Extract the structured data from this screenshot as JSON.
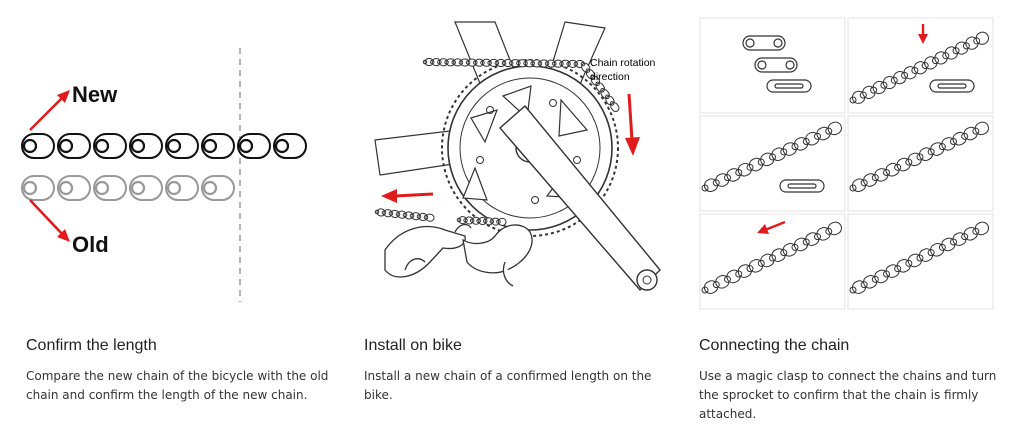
{
  "panels": [
    {
      "title": "Confirm the length",
      "text": "Compare the new chain of the bicycle with the old chain and confirm the length of the new chain.",
      "labels": {
        "new": "New",
        "old": "Old"
      }
    },
    {
      "title": "Install on bike",
      "text": "Install a new chain of a confirmed length on the bike.",
      "labels": {
        "rotation_line1": "Chain rotation",
        "rotation_line2": "direction"
      }
    },
    {
      "title": "Connecting the chain",
      "text": "Use a magic clasp to connect the chains and turn the sprocket to confirm that the chain is firmly attached."
    }
  ],
  "colors": {
    "arrow": "#e01b1b",
    "outline": "#222222",
    "frame": "#e3e3e3"
  }
}
